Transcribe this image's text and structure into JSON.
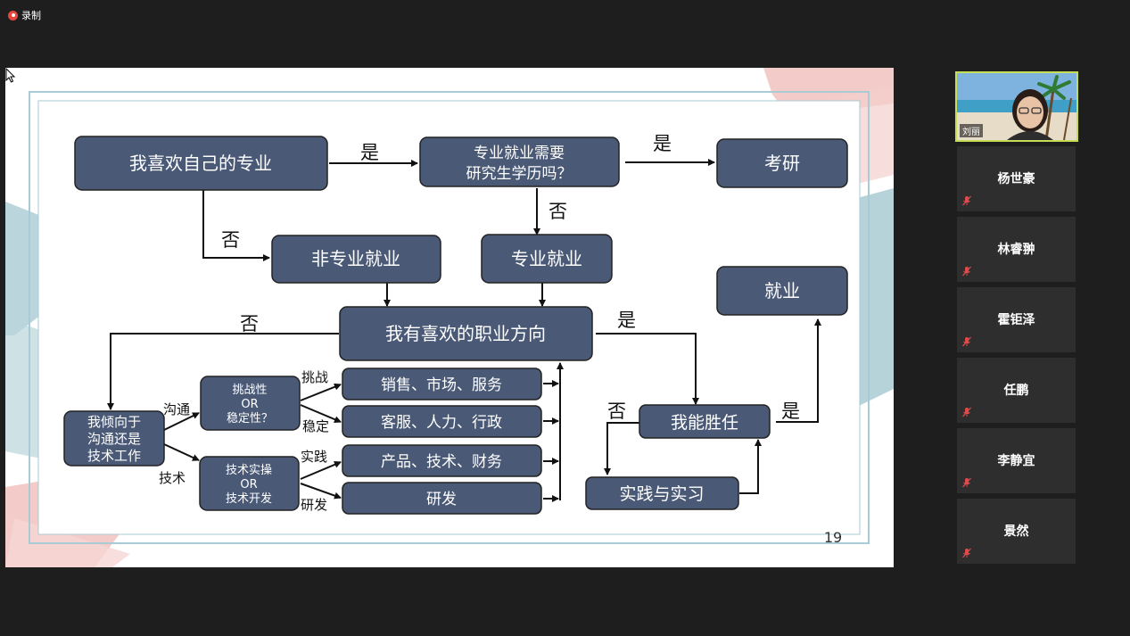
{
  "recording": {
    "label": "录制"
  },
  "slide": {
    "page_number": "19",
    "nodes": {
      "like_major": "我喜欢自己的专业",
      "need_grad_q1": "专业就业需要",
      "need_grad_q2": "研究生学历吗？",
      "kaoyan": "考研",
      "non_major_job": "非专业就业",
      "major_job": "专业就业",
      "like_career": "我有喜欢的职业方向",
      "employment": "就业",
      "tend_1": "我倾向于",
      "tend_2": "沟通还是",
      "tend_3": "技术工作",
      "challenge_1": "挑战性",
      "challenge_2": "OR",
      "challenge_3": "稳定性？",
      "tech_1": "技术实操",
      "tech_2": "OR",
      "tech_3": "技术开发",
      "sales": "销售、市场、服务",
      "service": "客服、人力、行政",
      "product": "产品、技术、财务",
      "rnd": "研发",
      "can_do": "我能胜任",
      "practice": "实践与实习"
    },
    "labels": {
      "yes_1": "是",
      "yes_2": "是",
      "no_1": "否",
      "no_2": "否",
      "no_3": "否",
      "yes_3": "是",
      "no_4": "否",
      "yes_4": "是",
      "communicate": "沟通",
      "technology": "技术",
      "challenge": "挑战",
      "stable": "稳定",
      "practice": "实践",
      "research": "研发"
    }
  },
  "participants": {
    "self": {
      "name": "刘丽"
    },
    "others": [
      {
        "name": "杨世豪"
      },
      {
        "name": "林睿翀"
      },
      {
        "name": "霍钜泽"
      },
      {
        "name": "任鹏"
      },
      {
        "name": "李静宜"
      },
      {
        "name": "景然"
      }
    ]
  }
}
